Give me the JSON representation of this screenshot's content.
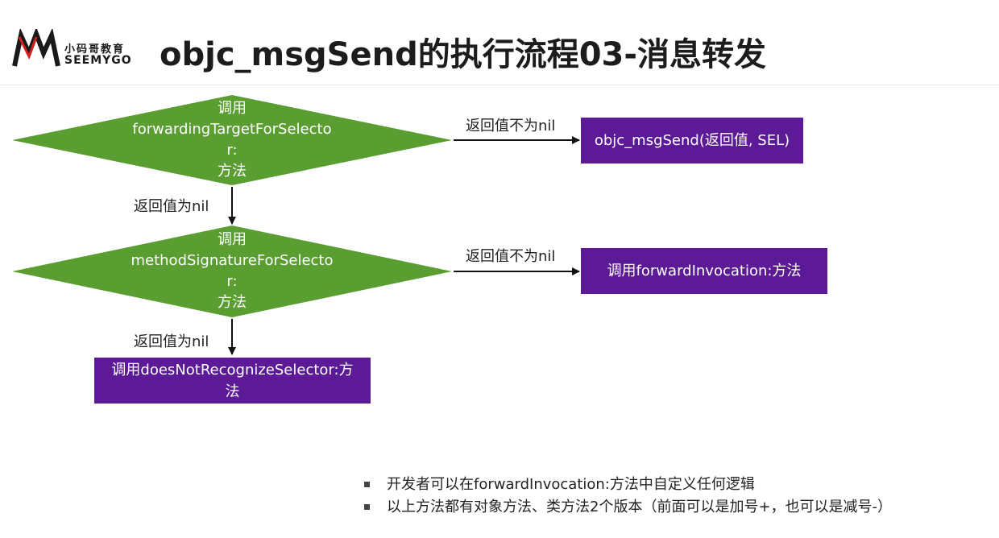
{
  "header": {
    "logo_cn": "小码哥教育",
    "logo_en": "SEEMYGO",
    "title": "objc_msgSend的执行流程03-消息转发"
  },
  "flow": {
    "decision1": {
      "lines": [
        "调用",
        "forwardingTargetForSelecto",
        "r:",
        "方法"
      ]
    },
    "decision2": {
      "lines": [
        "调用",
        "methodSignatureForSelecto",
        "r:",
        "方法"
      ]
    },
    "box_msgsend": "objc_msgSend(返回值, SEL)",
    "box_forward": "调用forwardInvocation:方法",
    "box_notrecognize": {
      "lines": [
        "调用doesNotRecognizeSelector:方",
        "法"
      ]
    },
    "edge_not_nil_1": "返回值不为nil",
    "edge_nil_1": "返回值为nil",
    "edge_not_nil_2": "返回值不为nil",
    "edge_nil_2": "返回值为nil",
    "colors": {
      "decision": "#5a9e32",
      "process": "#5c1a96"
    }
  },
  "notes": [
    "开发者可以在forwardInvocation:方法中自定义任何逻辑",
    "以上方法都有对象方法、类方法2个版本（前面可以是加号+，也可以是减号-）"
  ]
}
